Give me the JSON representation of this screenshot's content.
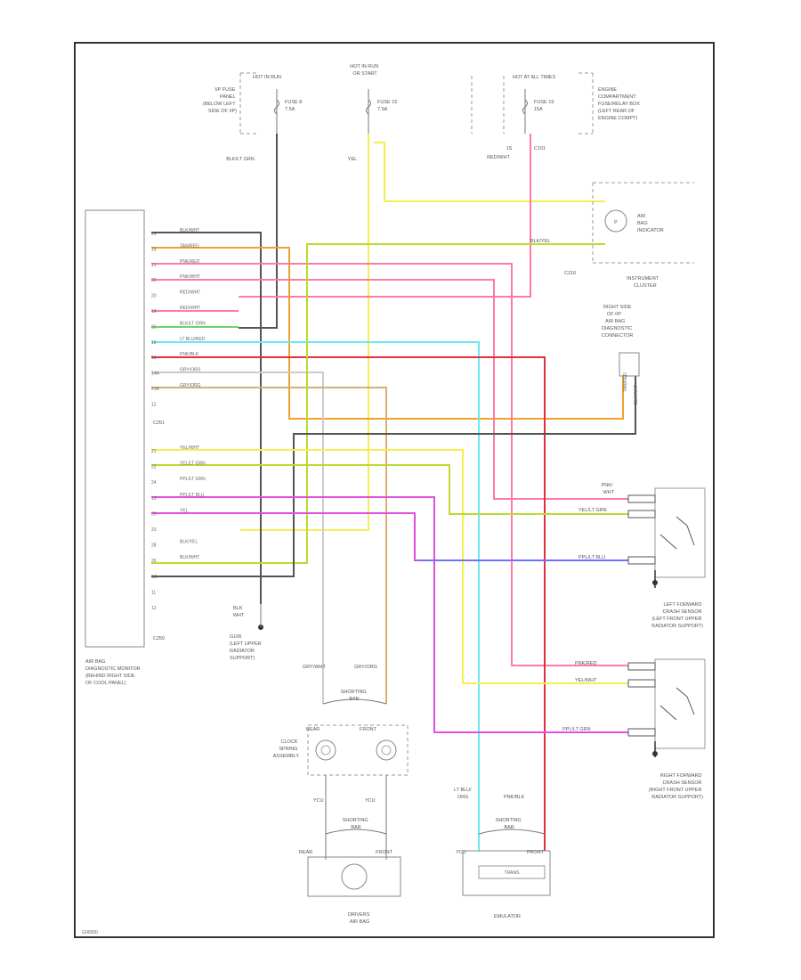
{
  "colors": {
    "black": "#555555",
    "pink": "#ff7aa8",
    "red": "#e03040",
    "orange": "#f0a030",
    "lightblue": "#6ee8f0",
    "green": "#70d070",
    "yellow": "#f4ef50",
    "yellowgreen": "#b8dc30",
    "blue": "#7070ff",
    "violet": "#e050e0",
    "gray": "#999999",
    "tan": "#d8b070"
  },
  "fuse_panels": {
    "ip_panel_label": [
      "I/P FUSE",
      "PANEL",
      "(BELOW LEFT",
      "SIDE OF I/P)"
    ],
    "hot_run_label": "HOT IN RUN",
    "hot_run_start_label": [
      "HOT IN RUN",
      "OR START"
    ],
    "hot_all_times_label": "HOT AT ALL TIMES",
    "engine_compartment_label": [
      "ENGINE",
      "COMPARTMENT",
      "FUSE/RELAY BOX",
      "(LEFT REAR OF",
      "ENGINE COMPT)"
    ],
    "fuse_8": [
      "FUSE 8",
      "7.5A"
    ],
    "fuse_15": [
      "FUSE 15",
      "7.5A"
    ],
    "fuse_19": [
      "FUSE 19",
      "15A"
    ]
  },
  "wires_top": {
    "blk_lt_grn": "BLK/LT GRN",
    "yel": "YEL",
    "red_wht_num": "1S",
    "red_wht": "RED/WHT",
    "c101": "C101"
  },
  "instrument_cluster": {
    "indicator_label": [
      "AIR",
      "BAG",
      "INDICATOR"
    ],
    "indicator_symbol": "P",
    "connector": "C216",
    "label": [
      "INSTRUMENT",
      "CLUSTER"
    ],
    "blk_yel": "BLK/YEL"
  },
  "diag_connector": {
    "label": [
      "RIGHT SIDE",
      "OF I/P",
      "AIR BAG",
      "DIAGNOSTIC",
      "CONNECTOR"
    ],
    "wire_a": "TAN/RED",
    "wire_b": "BLK/WHT"
  },
  "module": {
    "label": [
      "AIR BAG",
      "DIAGNOSTIC MONITOR",
      "(BEHIND RIGHT SIDE",
      "OF COOL PANEL)"
    ],
    "c251": "C251",
    "c250": "C250",
    "pins_a": [
      {
        "num": "24",
        "wire": "BLK/WHT"
      },
      {
        "num": "15",
        "wire": "TAN/RED"
      },
      {
        "num": "13",
        "wire": "PNK/RED"
      },
      {
        "num": "22",
        "wire": "PNK/WHT"
      },
      {
        "num": "20",
        "wire": "RED/WHT"
      },
      {
        "num": "19",
        "wire": "RED/WHT"
      },
      {
        "num": "21",
        "wire": "BLK/LT GRN"
      },
      {
        "num": "16",
        "wire": "LT BLU/RED"
      },
      {
        "num": "18",
        "wire": "PNK/BLK"
      },
      {
        "num": "14A",
        "wire": "GRY/ORG"
      },
      {
        "num": "21A",
        "wire": "GRY/ORG"
      },
      {
        "num": "12",
        "wire": ""
      }
    ],
    "pins_b": [
      {
        "num": "21",
        "wire": "YEL/WHT"
      },
      {
        "num": "22",
        "wire": "YEL/LT GRN"
      },
      {
        "num": "24",
        "wire": "PPL/LT GRN"
      },
      {
        "num": "19",
        "wire": "PPL/LT BLU"
      },
      {
        "num": "25",
        "wire": "YEL"
      },
      {
        "num": "23",
        "wire": ""
      },
      {
        "num": "28",
        "wire": "BLK/YEL"
      },
      {
        "num": "26",
        "wire": "BLK/WHT"
      },
      {
        "num": "1S",
        "wire": ""
      },
      {
        "num": "11",
        "wire": ""
      },
      {
        "num": "12",
        "wire": ""
      }
    ]
  },
  "ground": {
    "label": [
      "BLK",
      "WHT"
    ],
    "location": [
      "G106",
      "(LEFT UPPER",
      "RADIATOR",
      "SUPPORT)"
    ]
  },
  "left_sensor": {
    "w1_label": [
      "PNK/",
      "WHT"
    ],
    "w2_label": "YEL/LT GRN",
    "w3_label": "PPL/LT BLU",
    "label": [
      "LEFT FORWARD",
      "CRASH SENSOR",
      "(LEFT FRONT UPPER",
      "RADIATOR SUPPORT)"
    ]
  },
  "right_sensor": {
    "w1_label": "PNK/RED",
    "w2_label": "YEL/WHT",
    "w3_label": "PPL/LT GRN",
    "label": [
      "RIGHT FORWARD",
      "CRASH SENSOR",
      "(RIGHT FRONT UPPER",
      "RADIATOR SUPPORT)"
    ]
  },
  "clock_spring": {
    "gry_wht": "GRY/WHT",
    "gry_org": "GRY/ORG",
    "shorting_bar": [
      "SHORTING",
      "BAR"
    ],
    "rear": "REAR",
    "front": "FRONT",
    "label": [
      "CLOCK",
      "SPRING",
      "ASSEMBLY"
    ],
    "left_wire": "YCU",
    "right_wire": "YCU"
  },
  "drivers_airbag": {
    "shorting_bar": [
      "SHORTING",
      "BAR"
    ],
    "rear": "REAR",
    "front": "FRONT",
    "label": [
      "DRIVERS",
      "AIR BAG"
    ]
  },
  "emulator": {
    "lt_blu_org": [
      "LT BLU/",
      "ORG"
    ],
    "pnk_blk": "PNK/BLK",
    "shorting_bar": [
      "SHORTING",
      "BAR"
    ],
    "left": "YCU",
    "right": "FRONT",
    "inner": "TRANS",
    "label": "EMULATOR"
  },
  "figure_id": "G00000"
}
